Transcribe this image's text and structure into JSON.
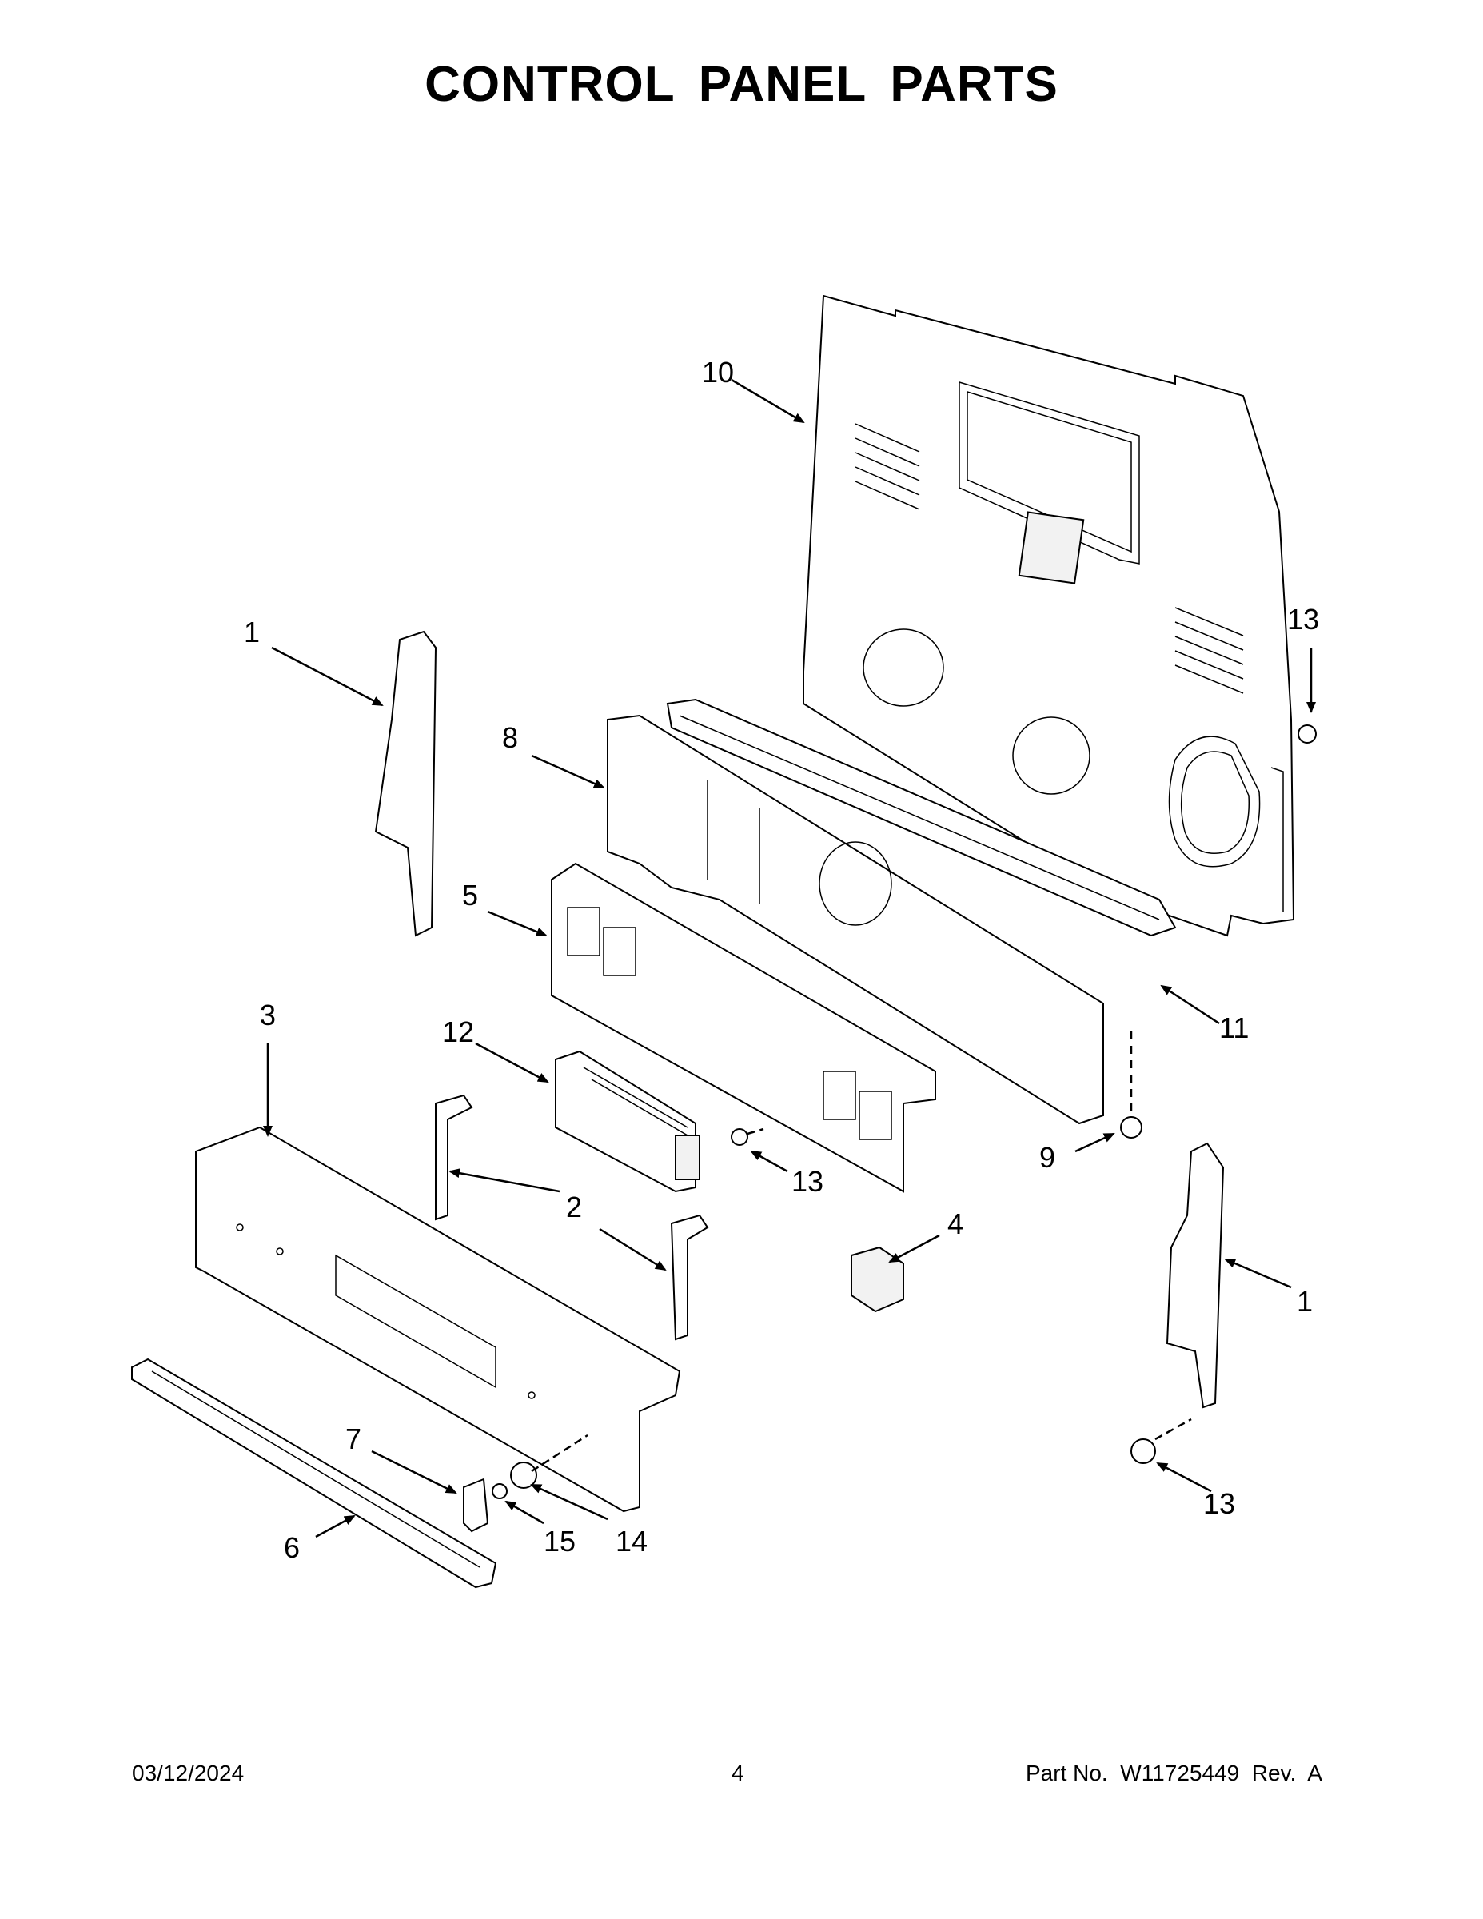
{
  "title": "CONTROL PANEL PARTS",
  "callouts": {
    "c10": "10",
    "c13a": "13",
    "c1a": "1",
    "c8": "8",
    "c5": "5",
    "c11": "11",
    "c3": "3",
    "c12": "12",
    "c9": "9",
    "c13b": "13",
    "c2": "2",
    "c4": "4",
    "c1b": "1",
    "c7": "7",
    "c13c": "13",
    "c6": "6",
    "c15": "15",
    "c14": "14"
  },
  "footer": {
    "date": "03/12/2024",
    "page": "4",
    "part_no": "Part No.  W11725449  Rev.  A"
  },
  "colors": {
    "line": "#000000",
    "background": "#ffffff",
    "fill_light": "#f2f2f2"
  }
}
